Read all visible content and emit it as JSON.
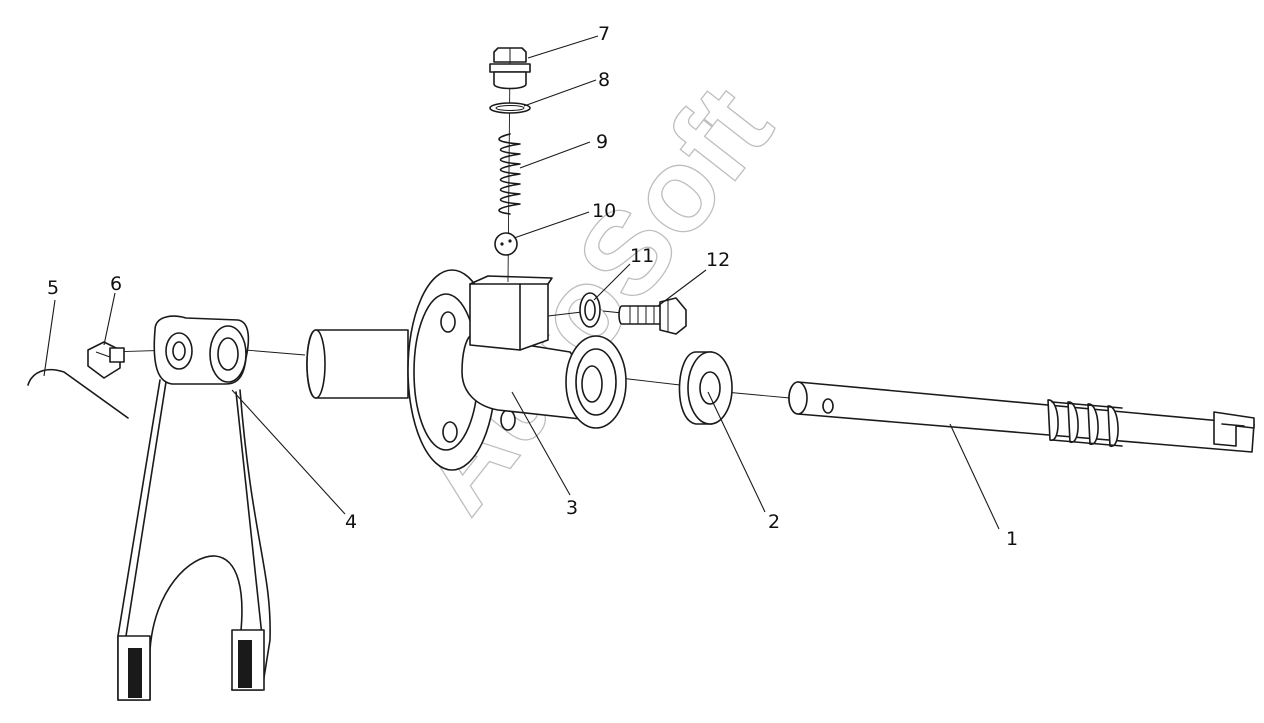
{
  "diagram": {
    "callouts": [
      "1",
      "2",
      "3",
      "4",
      "5",
      "6",
      "7",
      "8",
      "9",
      "10",
      "11",
      "12"
    ]
  },
  "watermark": "AutoSoft"
}
